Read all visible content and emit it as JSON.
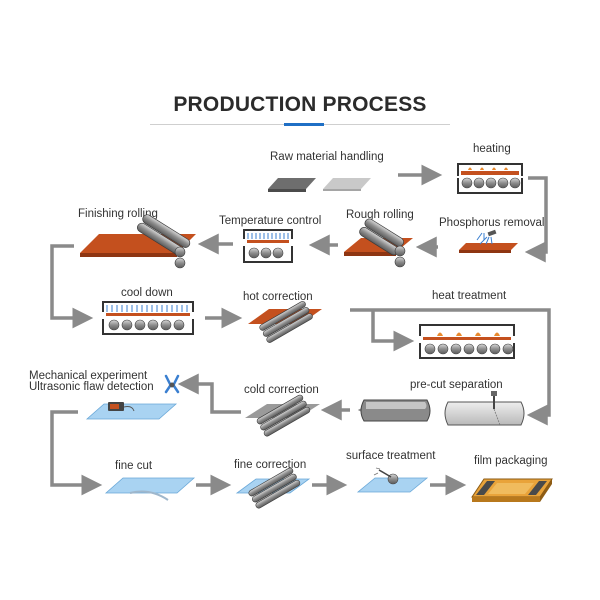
{
  "title": "PRODUCTION PROCESS",
  "colors": {
    "accent": "#1f6fc5",
    "arrow": "#8a8a8a",
    "plate": "#c4501e",
    "steel": "#7a7a7a",
    "light_blue": "#a9d3f2"
  },
  "steps": {
    "raw_material": "Raw material handling",
    "heating": "heating",
    "phosphorus_removal": "Phosphorus removal",
    "rough_rolling": "Rough rolling",
    "temperature_control": "Temperature control",
    "finishing_rolling": "Finishing rolling",
    "cool_down": "cool down",
    "hot_correction": "hot correction",
    "heat_treatment": "heat treatment",
    "pre_cut_separation": "pre-cut separation",
    "cold_correction": "cold correction",
    "mechanical_experiment": "Mechanical experiment",
    "ultrasonic_flaw_detection": "Ultrasonic flaw detection",
    "fine_cut": "fine cut",
    "fine_correction": "fine correction",
    "surface_treatment": "surface treatment",
    "film_packaging": "film packaging"
  }
}
